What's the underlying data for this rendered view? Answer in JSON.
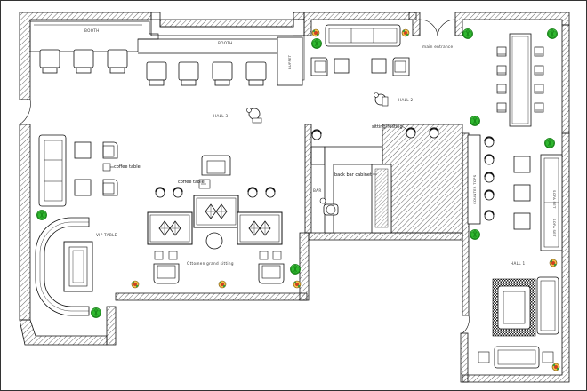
{
  "labels": {
    "booth_top": "BOOTH",
    "booth_mid": "BOOTH",
    "hall_3": "HALL 3",
    "hall_2": "HALL 2",
    "hall_1": "HALL 1",
    "main_entrance": "main entrance",
    "coffee_table_1": "coffee table",
    "coffee_table_2": "coffee table",
    "vip_table": "VIP TABLE",
    "ottoman_grand_sitting": "Ottomen grand sitting",
    "bar": "BAR",
    "back_bar_cabinet": "back bar cabinet",
    "sitting_resting": "sitting/resting",
    "buffet": "BUFFET",
    "counter_tops": "COUNTER TOPS",
    "sofa_right_top": "SOFA SET",
    "sofa_right_bottom": "SOFA SET"
  },
  "colors": {
    "line": "#1a1a1a",
    "hatch": "#555555",
    "plant": "#22aa22",
    "flower": "#d04020"
  },
  "icons": [
    "potted-plant-icon",
    "flower-pot-icon",
    "armchair-icon",
    "sofa-icon",
    "dining-table-icon"
  ]
}
